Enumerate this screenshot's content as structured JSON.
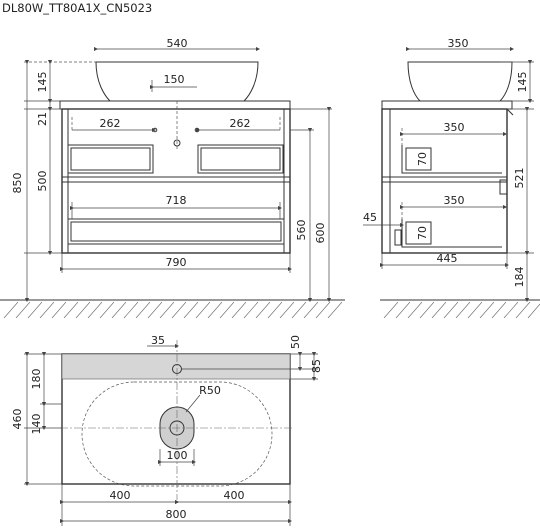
{
  "title": "DL80W_TT80A1X_CN5023",
  "front_view": {
    "basin_width": "540",
    "drain_offset": "150",
    "basin_height": "145",
    "top_thickness": "21",
    "drawer_front_height": "500",
    "total_height": "850",
    "left_drawer_handle": "262",
    "right_drawer_handle": "262",
    "lower_drawer_handle": "718",
    "mount_height": "560",
    "floor_height": "600",
    "cabinet_width": "790"
  },
  "side_view": {
    "basin_depth": "350",
    "basin_height": "145",
    "upper_drawer_depth": "350",
    "upper_drawer_height": "70",
    "lower_drawer_depth": "350",
    "lower_drawer_height": "70",
    "drawer_offset": "45",
    "cabinet_depth": "445",
    "side_height": "521",
    "floor_clearance": "184"
  },
  "top_view": {
    "tap_offset": "35",
    "tap_hole_y": "50",
    "tap_depth": "85",
    "back_band": "180",
    "total_depth": "460",
    "drain_y": "140",
    "drain_radius": "R50",
    "drain_width": "100",
    "half_left": "400",
    "half_right": "400",
    "total_width": "800"
  }
}
